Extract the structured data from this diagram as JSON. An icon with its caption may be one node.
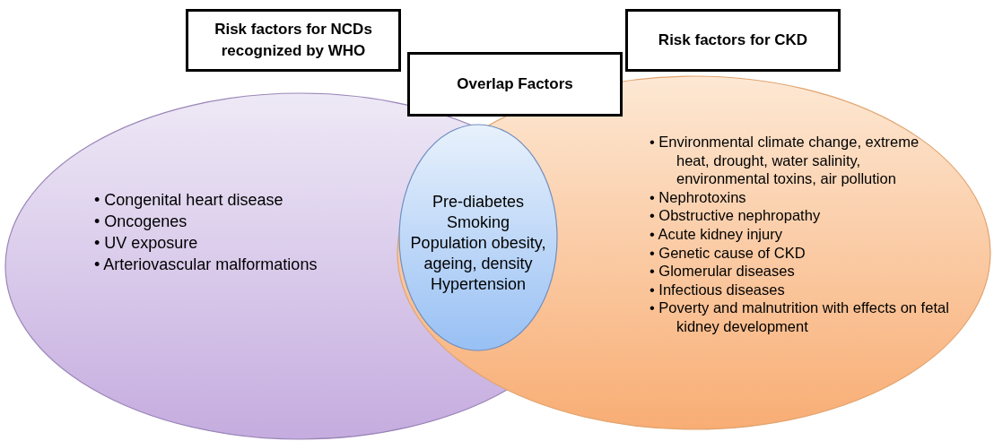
{
  "diagram": {
    "nodes": [
      {
        "text": [
          "Risk factors for NCDs recognized by WHO"
        ]
      },
      {
        "text": [
          "Risk factors for CKD"
        ]
      },
      {
        "text": [
          "Overlap Factors"
        ]
      },
      {
        "text": [
          "• Congenital heart disease",
          "• Oncogenes",
          "• UV exposure",
          "• Arteriovascular malformations"
        ]
      },
      {
        "text": [
          "• Environmental climate change, extreme heat, drought, water salinity, environmental toxins, air pollution",
          "• Nephrotoxins",
          "• Obstructive nephropathy",
          "• Acute kidney injury",
          "• Genetic cause of CKD",
          "• Glomerular diseases",
          "• Infectious diseases",
          "• Poverty and malnutrition with effects on fetal kidney development"
        ]
      },
      {
        "text": [
          "Pre-diabetes",
          "Smoking",
          "Population obesity, ageing, density",
          "Hypertension"
        ]
      }
    ],
    "edges": []
  }
}
